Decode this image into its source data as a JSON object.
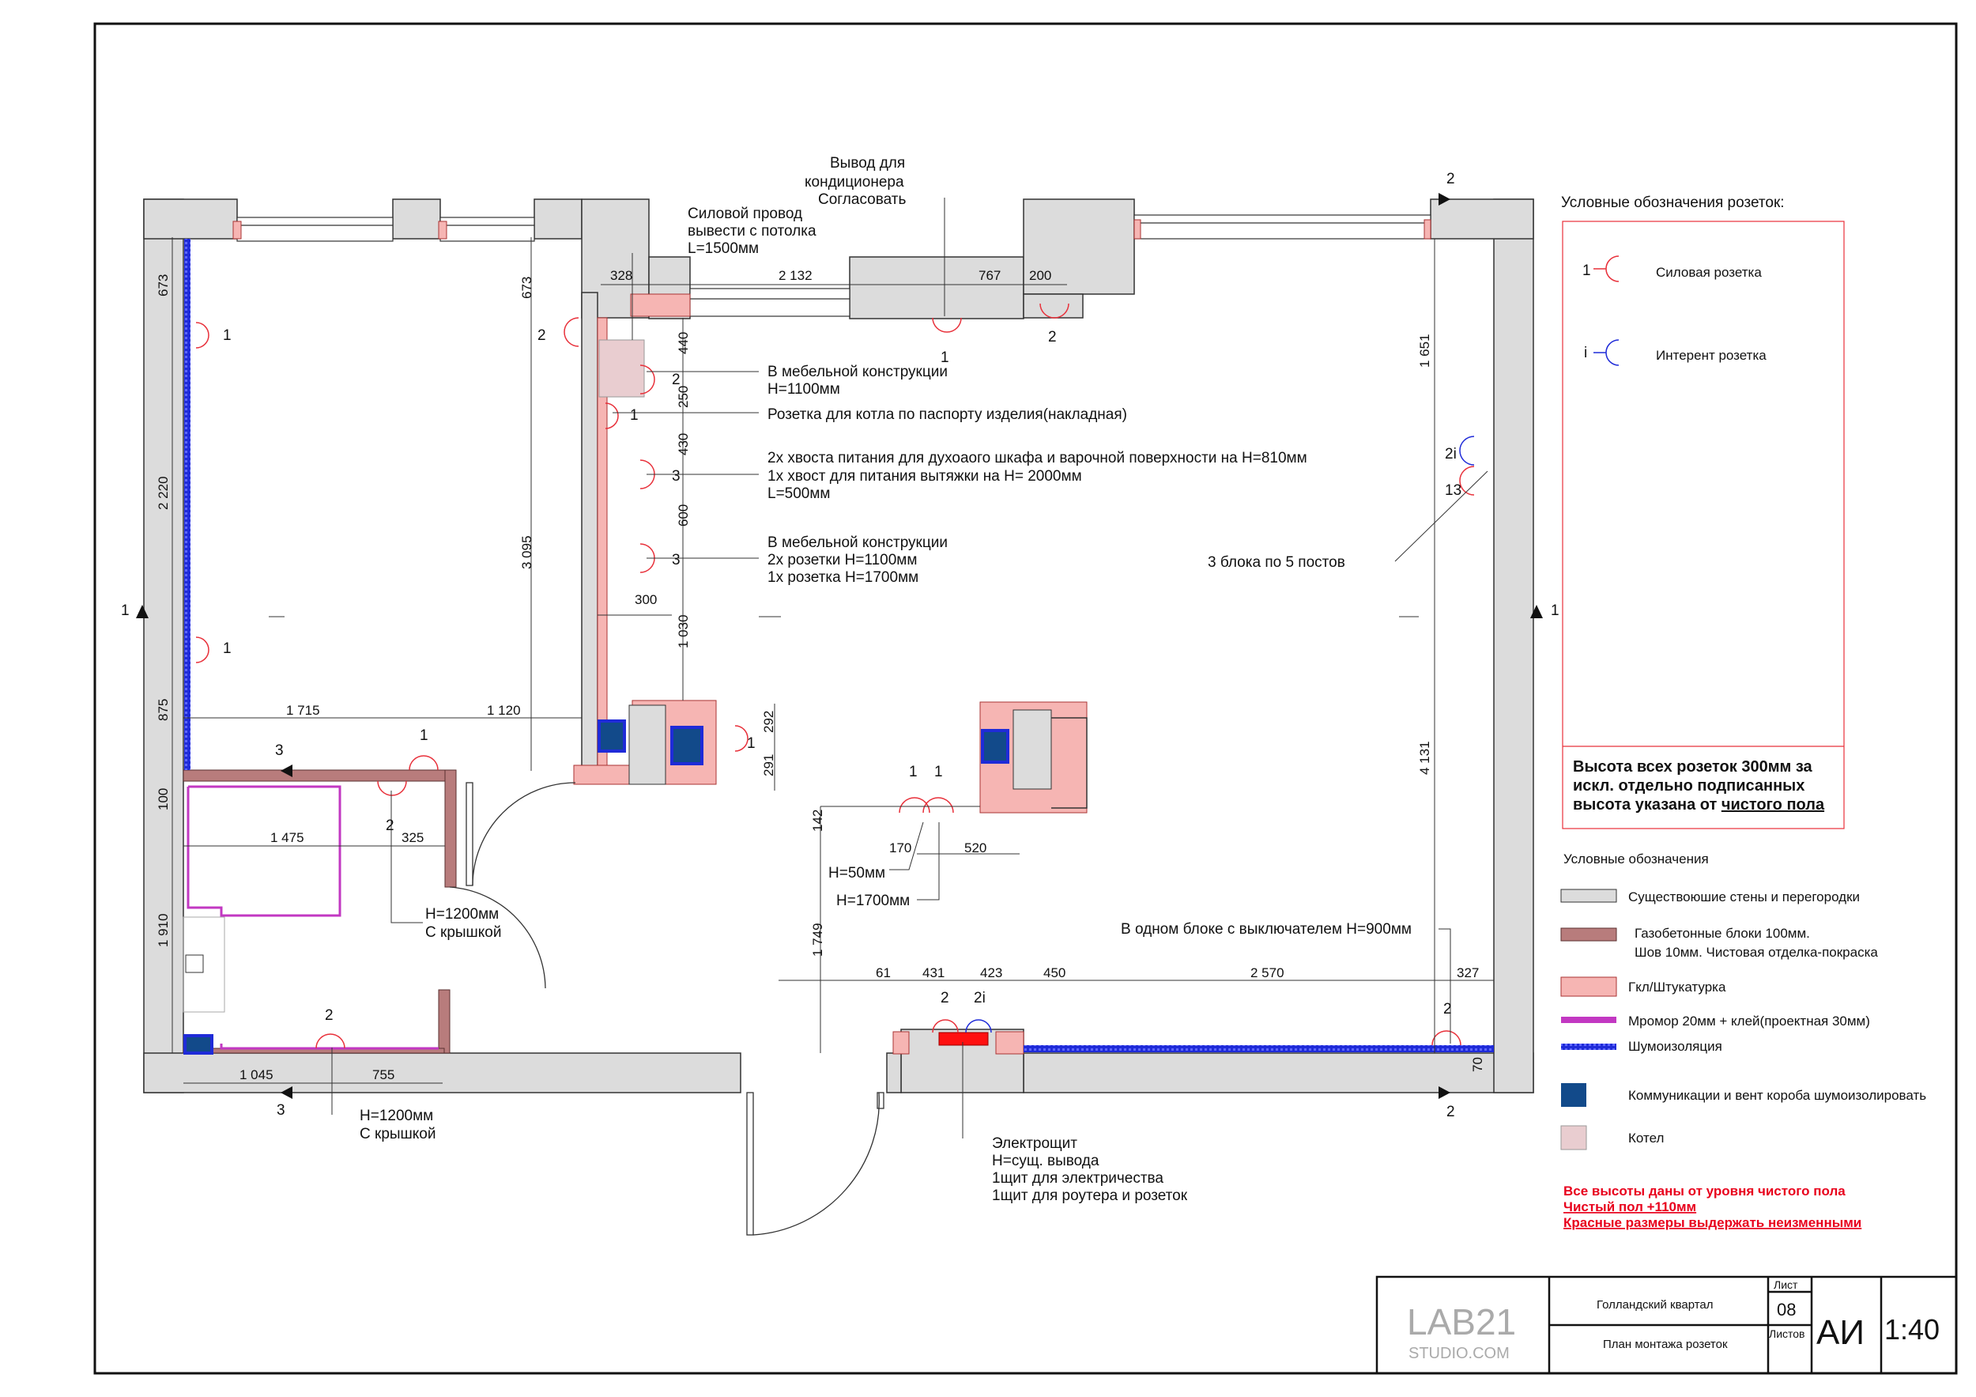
{
  "sheet": {
    "logo_main": "LAB21",
    "logo_sub": "STUDIO.COM",
    "project": "Голландский квартал",
    "drawing_title": "План монтажа розеток",
    "sheet_label": "Лист",
    "sheet_no": "08",
    "sheets_label": "Листов",
    "stage": "АИ",
    "scale": "1:40"
  },
  "socket_legend": {
    "title": "Условные обозначения розеток:",
    "power_symbol": "1",
    "power_label": "Силовая розетка",
    "internet_symbol": "i",
    "internet_label": "Интерент розетка",
    "note_line1": "Высота всех розеток 300мм за",
    "note_line2": "искл. отдельно подписанных",
    "note_line3": "высота  указана от",
    "note_line3_underlined": "чистого пола"
  },
  "legend": {
    "title": "Условные обозначения",
    "items": [
      {
        "label": "Существоюшие стены и перегородки",
        "color": "#dcdcdc"
      },
      {
        "label": "Газобетонные блоки 100мм.",
        "label2": "Шов 10мм. Чистовая отделка-покраска",
        "color": "#b87c7c"
      },
      {
        "label": "Гкл/Штукатурка",
        "color": "#f6b5b3"
      },
      {
        "label": "Мромор 20мм + клей(проектная 30мм)",
        "color": "#c238c2"
      },
      {
        "label": "Шумоизоляция",
        "color": "#1f2bd8"
      },
      {
        "label": "Коммуникации и вент короба шумоизолировать",
        "color": "#124a8a"
      },
      {
        "label": "Котел",
        "color": "#e9cdd0"
      }
    ],
    "red_notes": [
      "Все высоты даны от уровня чистого пола",
      "Чистый пол +110мм",
      "Красные размеры выдержать неизменными"
    ]
  },
  "annotations": {
    "ac_1": "Вывод для",
    "ac_2": "кондиционера",
    "ac_3": "Согласовать",
    "power_1": "Силовой провод",
    "power_2": "вывести с потолка",
    "power_3": "L=1500мм",
    "furn1_1": "В мебельной конструкции",
    "furn1_2": "H=1100мм",
    "boiler": "Розетка для котла по паспорту изделия(накладная)",
    "oven_1": "2х хвоста питания для духоаого шкафа и варочной поверхности на H=810мм",
    "oven_2": "1х хвост для питания вытяжки на H= 2000мм",
    "oven_3": "L=500мм",
    "furn2_1": "В мебельной конструкции",
    "furn2_2": "2х розетки H=1100мм",
    "furn2_3": "1х розетка H=1700мм",
    "blocks": "3 блока по 5 постов",
    "switch_block": "В одном блоке с выключателем H=900мм",
    "h1200a_1": "H=1200мм",
    "h1200a_2": "С крышкой",
    "h1200b_1": "H=1200мм",
    "h1200b_2": "С крышкой",
    "h50": "H=50мм",
    "h1700": "H=1700мм",
    "panel_1": "Электрощит",
    "panel_2": "H=сущ. вывода",
    "panel_3": "1щит для электричества",
    "panel_4": "1щит для роутера и розеток"
  },
  "dimensions": {
    "d673a": "673",
    "d2220": "2 220",
    "d875": "875",
    "d100": "100",
    "d1910": "1 910",
    "d673b": "673",
    "d3095": "3 095",
    "d328": "328",
    "d2132": "2 132",
    "d767": "767",
    "d200": "200",
    "d440": "440",
    "d250": "250",
    "d430": "430",
    "d600": "600",
    "d1030": "1 030",
    "d300": "300",
    "d1715": "1 715",
    "d1120": "1 120",
    "d1475": "1 475",
    "d325": "325",
    "d1045": "1 045",
    "d755": "755",
    "d292": "292",
    "d291": "291",
    "d142": "142",
    "d170": "170",
    "d520": "520",
    "d1749": "1 749",
    "d61": "61",
    "d431": "431",
    "d423": "423",
    "d450": "450",
    "d2570": "2 570",
    "d327": "327",
    "d1651": "1 651",
    "d4131": "4 131",
    "d70": "70"
  },
  "markers": {
    "s1": "1",
    "s2": "2",
    "s3": "3",
    "i2": "2i",
    "n13": "13"
  }
}
